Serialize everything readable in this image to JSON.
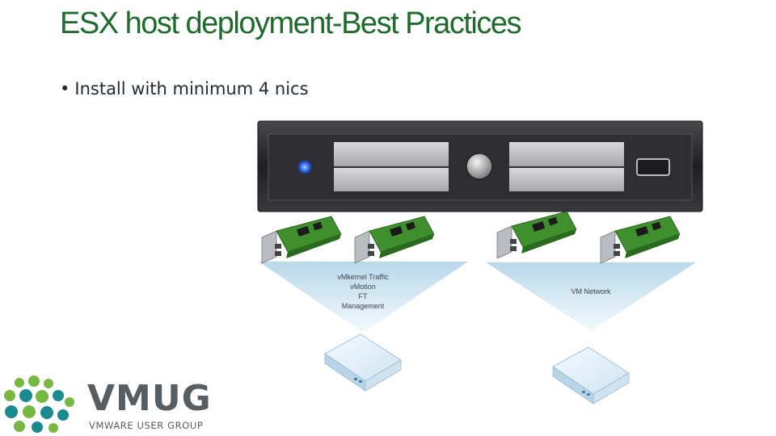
{
  "slide": {
    "title": "ESX host deployment-Best Practices",
    "bullet": "Install with minimum 4 nics"
  },
  "diagram": {
    "group_left_label": [
      "vMkernel Traffic",
      "vMotion",
      "FT",
      "Management"
    ],
    "group_right_label": "VM Network"
  },
  "logo": {
    "wordmark": "VMUG",
    "subtitle": "VMWARE USER GROUP",
    "colors": {
      "green": "#77b843",
      "teal": "#1b8a8e",
      "gray": "#565d63"
    }
  },
  "colors": {
    "title": "#1e6b2d",
    "server_body": "#2a2a2d",
    "power_led": "#3d7bff",
    "nic_board": "#3a8a2a",
    "triangle": "#cfe6f2",
    "switch": "#dcecf6"
  }
}
